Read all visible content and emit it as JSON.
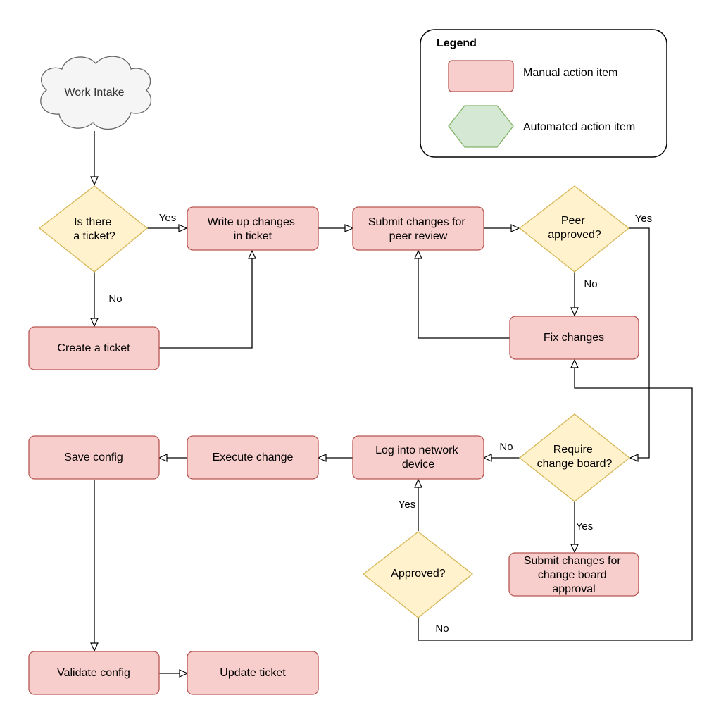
{
  "colors": {
    "manual_fill": "#f8cecc",
    "manual_stroke": "#b85450",
    "decision_fill": "#fff2cc",
    "decision_stroke": "#d6b656",
    "automated_fill": "#d5e8d4",
    "automated_stroke": "#82b366",
    "cloud_fill": "#f5f5f5",
    "cloud_stroke": "#666666",
    "edge": "#000000"
  },
  "legend": {
    "title": "Legend",
    "manual_label": "Manual action item",
    "automated_label": "Automated action item"
  },
  "nodes": {
    "work_intake": "Work Intake",
    "is_ticket": [
      "Is there",
      "a ticket?"
    ],
    "write_up": [
      "Write up changes",
      "in ticket"
    ],
    "submit_peer": [
      "Submit changes for",
      "peer review"
    ],
    "peer_approved": [
      "Peer",
      "approved?"
    ],
    "create_ticket": "Create a ticket",
    "fix_changes": "Fix changes",
    "save_config": "Save config",
    "execute_change": "Execute change",
    "log_into": [
      "Log into network",
      "device"
    ],
    "require_board": [
      "Require",
      "change board?"
    ],
    "submit_board": [
      "Submit changes for",
      "change board",
      "approval"
    ],
    "approved": "Approved?",
    "validate_config": "Validate config",
    "update_ticket": "Update ticket"
  },
  "edge_labels": {
    "ticket_yes": "Yes",
    "ticket_no": "No",
    "peer_yes": "Yes",
    "peer_no": "No",
    "board_no": "No",
    "board_yes": "Yes",
    "approved_yes": "Yes",
    "approved_no": "No"
  }
}
